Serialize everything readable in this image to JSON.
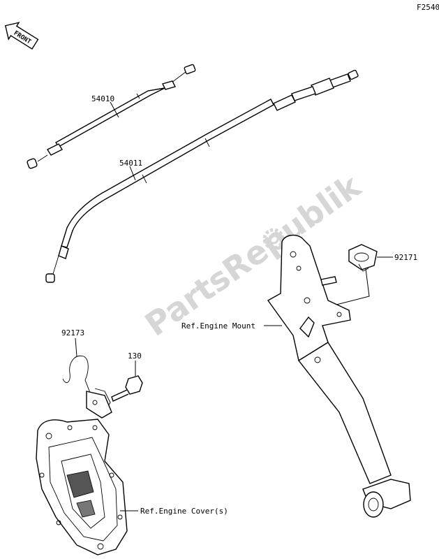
{
  "figure_code": "F2540",
  "front_badge": "FRONT",
  "watermark": "PartsRepublik",
  "labels": {
    "p54010": "54010",
    "p54011": "54011",
    "p92171": "92171",
    "p92173": "92173",
    "p130": "130",
    "engine_mount": "Ref.Engine Mount",
    "engine_cover": "Ref.Engine Cover(s)"
  },
  "icons": {
    "front_arrow": "front-arrow-icon",
    "watermark_gear": "gear-icon"
  }
}
